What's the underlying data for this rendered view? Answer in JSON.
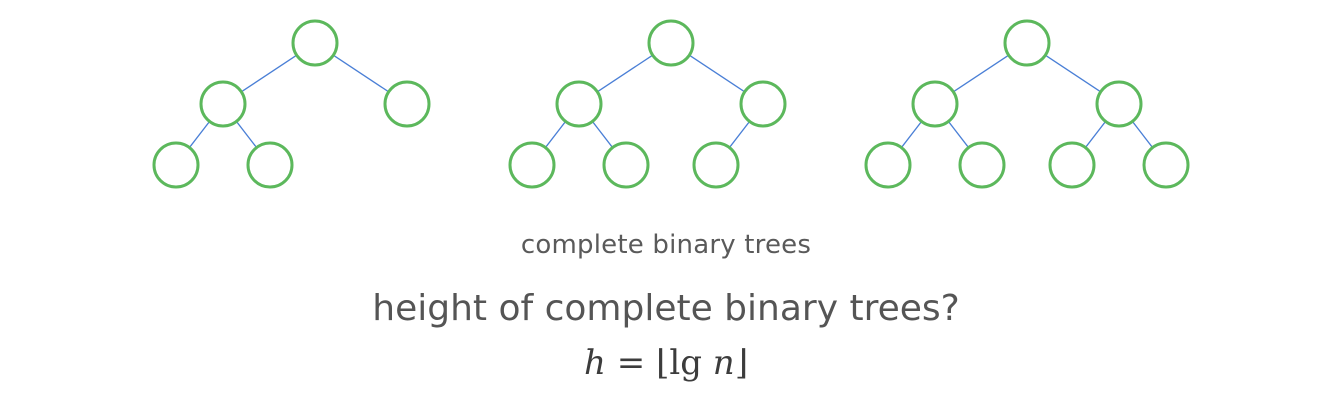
{
  "diagram": {
    "title": "complete binary trees",
    "colors": {
      "node_stroke": "#5cb85c",
      "edge_stroke": "#4a7fd6"
    },
    "trees": [
      {
        "id": "tree-1",
        "levels": [
          [
            true
          ],
          [
            true,
            true
          ],
          [
            true,
            true,
            false,
            false
          ]
        ]
      },
      {
        "id": "tree-2",
        "levels": [
          [
            true
          ],
          [
            true,
            true
          ],
          [
            true,
            true,
            true,
            false
          ]
        ]
      },
      {
        "id": "tree-3",
        "levels": [
          [
            true
          ],
          [
            true,
            true
          ],
          [
            true,
            true,
            true,
            true
          ]
        ]
      }
    ]
  },
  "question": "height of complete binary trees?",
  "formula": {
    "lhs": "h",
    "equals": "=",
    "floor_open": "⌊",
    "func": "lg",
    "arg": "n",
    "floor_close": "⌋"
  }
}
